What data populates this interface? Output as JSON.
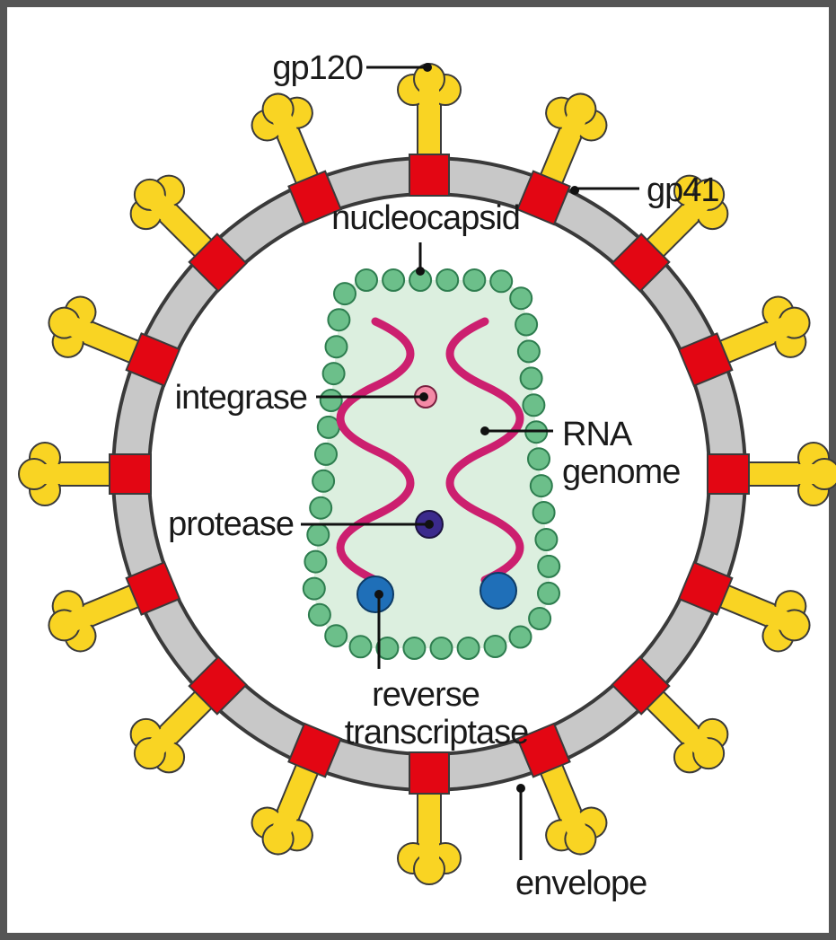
{
  "labels": {
    "gp120": "gp120",
    "gp41": "gp41",
    "nucleocapsid": "nucleocapsid",
    "integrase": "integrase",
    "rna_line1": "RNA",
    "rna_line2": "genome",
    "protease": "protease",
    "rt_line1": "reverse",
    "rt_line2": "transcriptase",
    "envelope": "envelope"
  },
  "colors": {
    "frame": "#555555",
    "membrane": "#c8c8c8",
    "membrane_outline": "#3a3a3a",
    "interior": "#ffffff",
    "glycoprotein_stem": "#e30613",
    "glycoprotein_head": "#f9d423",
    "glycoprotein_outline": "#3a3a3a",
    "capsid_fill": "#dcefdf",
    "capsid_bead": "#6cbf8a",
    "capsid_bead_outline": "#2e7d4f",
    "rna": "#cc1f6f",
    "integrase": "#f48aa6",
    "protease": "#3b2a8c",
    "reverse_transcriptase": "#1f6fb8"
  },
  "glycoprotein_count": 16
}
